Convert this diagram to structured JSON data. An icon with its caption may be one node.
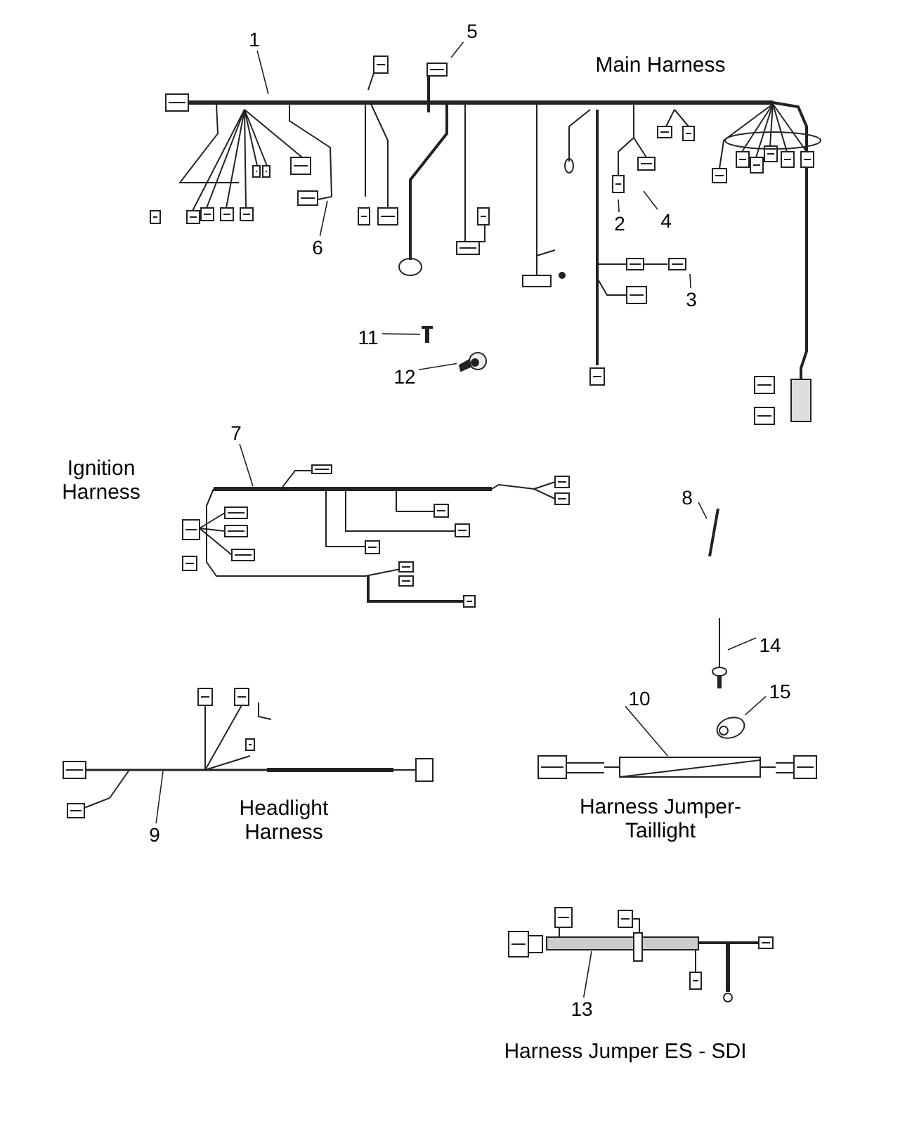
{
  "diagram": {
    "nodes": [
      {
        "text": [
          "1"
        ]
      },
      {
        "text": [
          "5"
        ]
      },
      {
        "text": [
          "6"
        ]
      },
      {
        "text": [
          "2"
        ]
      },
      {
        "text": [
          "4"
        ]
      },
      {
        "text": [
          "3"
        ]
      },
      {
        "text": [
          "11"
        ]
      },
      {
        "text": [
          "12"
        ]
      },
      {
        "text": [
          "7"
        ]
      },
      {
        "text": [
          "8"
        ]
      },
      {
        "text": [
          "14"
        ]
      },
      {
        "text": [
          "15"
        ]
      },
      {
        "text": [
          "10"
        ]
      },
      {
        "text": [
          "9"
        ]
      },
      {
        "text": [
          "13"
        ]
      },
      {
        "text": [],
        "shape": "picture"
      },
      {
        "text": [],
        "shape": "picture"
      },
      {
        "text": [],
        "shape": "picture"
      },
      {
        "text": [],
        "shape": "picture"
      },
      {
        "text": [],
        "shape": "picture"
      },
      {
        "text": [],
        "shape": "picture"
      }
    ],
    "edges": [
      {
        "from": 0,
        "to": null,
        "arrow": "none"
      },
      {
        "from": 1,
        "to": null,
        "arrow": "none"
      },
      {
        "from": 2,
        "to": null,
        "arrow": "none"
      },
      {
        "from": 3,
        "to": null,
        "arrow": "none"
      },
      {
        "from": 4,
        "to": null,
        "arrow": "none"
      },
      {
        "from": 5,
        "to": null,
        "arrow": "none"
      },
      {
        "from": 6,
        "to": 15,
        "arrow": "none"
      },
      {
        "from": 7,
        "to": 16,
        "arrow": "none"
      },
      {
        "from": 8,
        "to": null,
        "arrow": "none"
      },
      {
        "from": 9,
        "to": 17,
        "arrow": "none"
      },
      {
        "from": 10,
        "to": 18,
        "arrow": "none"
      },
      {
        "from": 11,
        "to": 19,
        "arrow": "none"
      },
      {
        "from": 12,
        "to": 20,
        "arrow": "none"
      },
      {
        "from": 13,
        "to": null,
        "arrow": "none"
      },
      {
        "from": 14,
        "to": null,
        "arrow": "none"
      }
    ],
    "labels": [
      "Main Harness",
      "Ignition Harness",
      "Headlight Harness",
      "Harness Jumper-Taillight",
      "Harness Jumper ES - SDI"
    ]
  }
}
